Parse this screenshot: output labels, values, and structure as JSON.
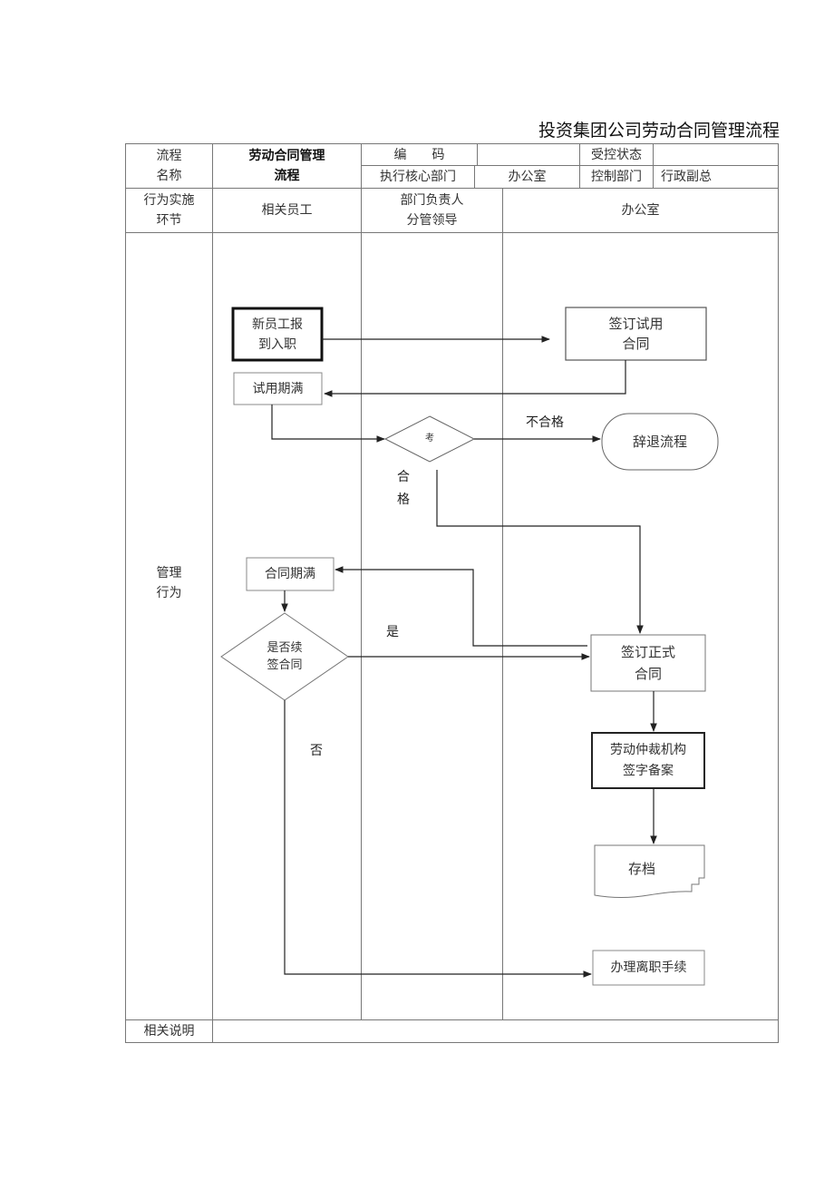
{
  "document_title": "投资集团公司劳动合同管理流程",
  "header": {
    "flow_name_label": "流程\n名称",
    "flow_name_value": "劳动合同管理\n流程",
    "code_label": "编　　码",
    "code_value": "",
    "control_status_label": "受控状态",
    "control_status_value": "",
    "exec_dept_label": "执行核心部门",
    "exec_dept_value": "办公室",
    "control_dept_label": "控制部门",
    "control_dept_value": "行政副总"
  },
  "columns": {
    "stage_label": "行为实施\n环节",
    "lane1": "相关员工",
    "lane2": "部门负责人\n分管领导",
    "lane3": "办公室"
  },
  "row_labels": {
    "management": "管理\n行为",
    "notes": "相关说明"
  },
  "nodes": {
    "new_employee": "新员工报\n到入职",
    "sign_trial": "签订试用\n合同",
    "trial_expire": "试用期满",
    "assess": "考",
    "dismiss": "辞退流程",
    "contract_expire": "合同期满",
    "renew_decision": "是否续\n签合同",
    "sign_formal": "签订正式\n合同",
    "arbitration": "劳动仲裁机构\n签字备案",
    "archive": "存档",
    "resign": "办理离职手续"
  },
  "edge_labels": {
    "fail": "不合格",
    "pass": "合\n格",
    "yes": "是",
    "no": "否"
  }
}
